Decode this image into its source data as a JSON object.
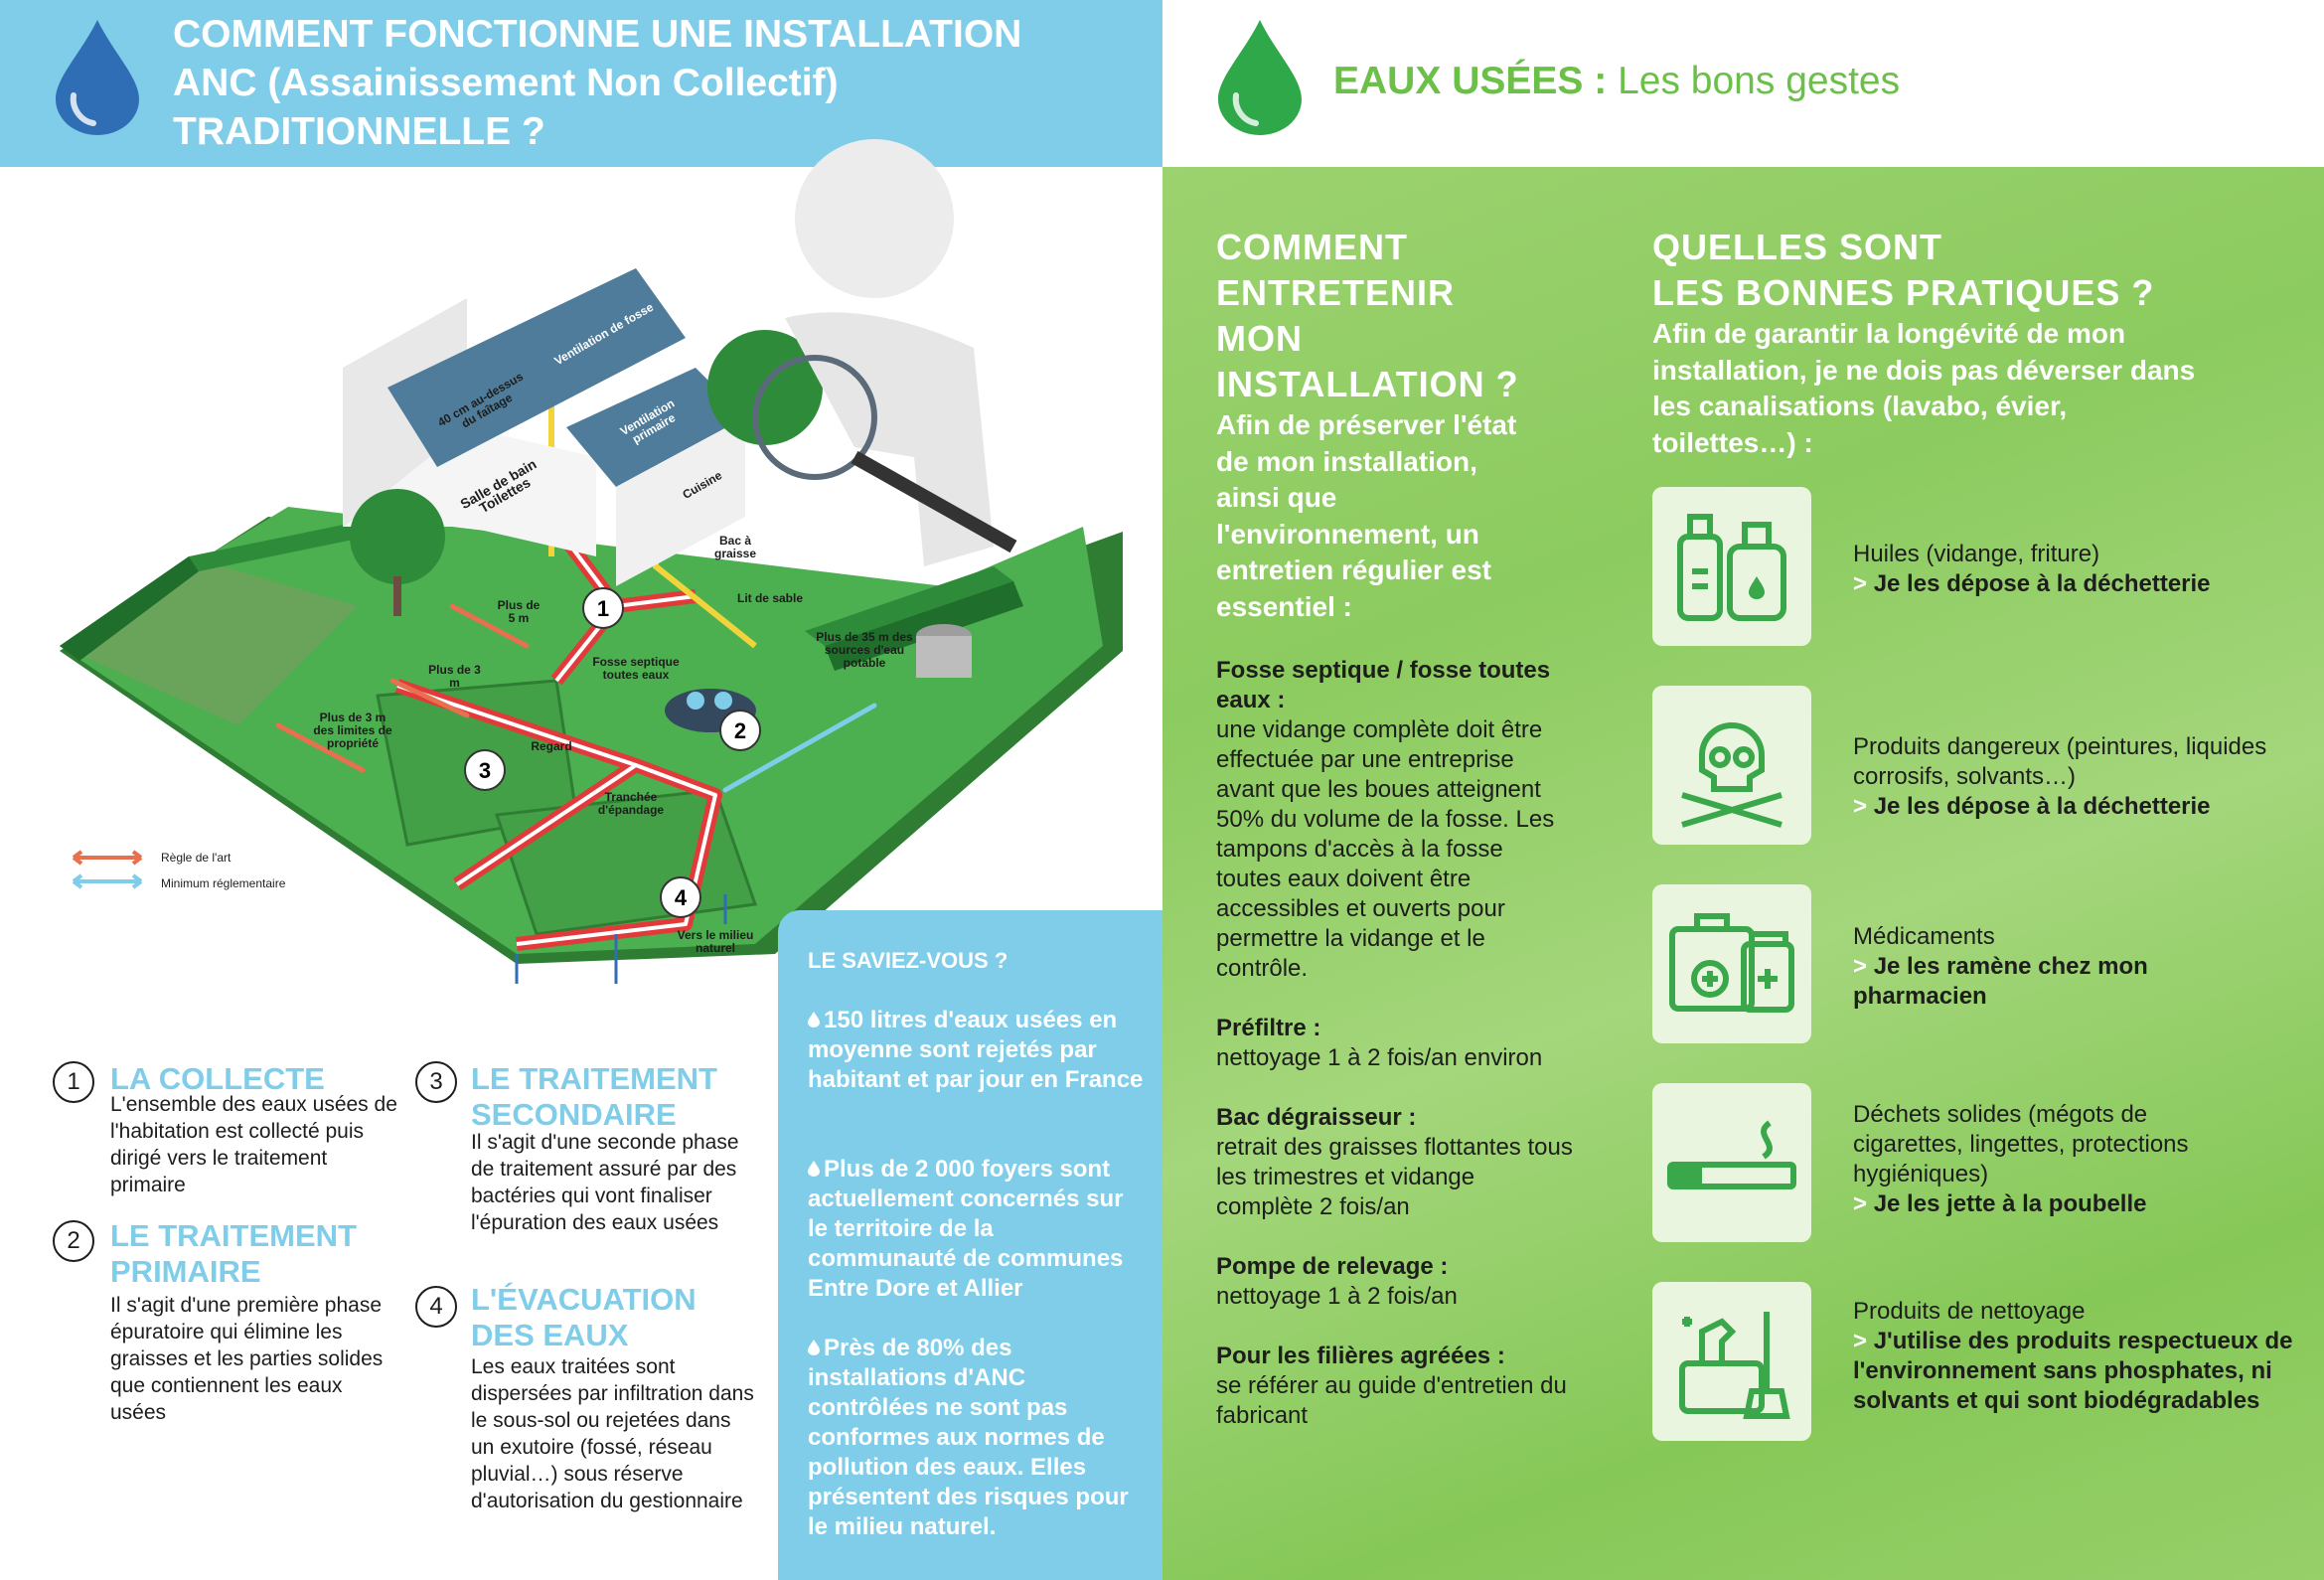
{
  "left_header": {
    "title_line1": "COMMENT FONCTIONNE UNE INSTALLATION",
    "title_line2": "ANC (Assainissement Non Collectif)",
    "title_line3": "TRADITIONNELLE ?"
  },
  "right_header": {
    "title_main": "EAUX USÉES :",
    "title_sub": " Les bons gestes"
  },
  "diagram": {
    "labels": {
      "ventilation_fosse": "Ventilation de fosse",
      "roof_height": "40 cm au-dessus du faîtage",
      "ventilation_primaire": "Ventilation primaire",
      "salle_de_bain": "Salle de bain Toilettes",
      "cuisine": "Cuisine",
      "bac_graisse": "Bac à graisse",
      "lit_de_sable": "Lit de sable",
      "plus_5m": "Plus de 5 m",
      "plus_3m": "Plus de 3 m",
      "plus_3m_limites": "Plus de 3 m des limites de propriété",
      "plus_35m": "Plus de 35 m des sources d'eau potable",
      "fosse_septique": "Fosse septique toutes eaux",
      "regard": "Regard",
      "tranchee": "Tranchée d'épandage",
      "vers_milieu": "Vers le milieu naturel"
    },
    "numbers": [
      "1",
      "2",
      "3",
      "4"
    ],
    "legend": {
      "regle_art": "Règle de l'art",
      "minimum": "Minimum réglementaire"
    },
    "colors": {
      "regle_art": "#e8704e",
      "minimum": "#7fcde8",
      "pipe": "#e23a3a",
      "grass": "#3a9a3c"
    }
  },
  "steps": [
    {
      "num": "1",
      "title": "LA COLLECTE",
      "body": "L'ensemble des eaux usées de l'habitation est collecté puis dirigé vers le traitement primaire"
    },
    {
      "num": "2",
      "title": "LE TRAITEMENT PRIMAIRE",
      "body": "Il s'agit d'une première phase épuratoire qui élimine les graisses et les parties solides que contiennent les eaux usées"
    },
    {
      "num": "3",
      "title": "LE TRAITEMENT SECONDAIRE",
      "body": "Il s'agit d'une seconde phase de traitement assuré par des bactéries qui vont finaliser l'épuration des eaux usées"
    },
    {
      "num": "4",
      "title": "L'ÉVACUATION DES EAUX",
      "body": "Les eaux traitées sont dispersées par infiltration dans le sous-sol ou rejetées dans un exutoire (fossé, réseau pluvial…) sous réserve d'autorisation du gestionnaire"
    }
  ],
  "saviez_vous": {
    "title": "LE SAVIEZ-VOUS ?",
    "items": [
      "150 litres d'eaux usées en moyenne sont rejetés par habitant et par jour en France",
      "Plus de 2 000 foyers sont actuellement concernés sur le territoire de la communauté de communes Entre Dore et Allier",
      "Près de 80% des installations d'ANC contrôlées ne sont pas conformes aux normes de pollution des eaux. Elles présentent des risques pour le milieu naturel."
    ]
  },
  "entretien": {
    "title": [
      "COMMENT",
      "ENTRETENIR",
      "MON",
      "INSTALLATION ?"
    ],
    "intro": "Afin de préserver l'état de mon installation, ainsi que l'environnement, un entretien régulier est essentiel :",
    "items": [
      {
        "label": "Fosse septique / fosse toutes eaux :",
        "text": "une vidange complète doit être effectuée par une entreprise avant que les boues atteignent 50% du volume de la fosse. Les tampons d'accès à la fosse toutes eaux doivent être accessibles et ouverts pour permettre la vidange et le contrôle."
      },
      {
        "label": "Préfiltre :",
        "text": "nettoyage 1 à 2 fois/an environ"
      },
      {
        "label": "Bac dégraisseur :",
        "text": "retrait des graisses flottantes tous les trimestres et vidange complète 2 fois/an"
      },
      {
        "label": "Pompe de relevage :",
        "text": "nettoyage 1 à 2 fois/an"
      },
      {
        "label": "Pour les filières agréées :",
        "text": "se référer au guide d'entretien du fabricant"
      }
    ]
  },
  "pratiques": {
    "title": [
      "QUELLES SONT",
      "LES BONNES PRATIQUES ?"
    ],
    "intro": "Afin de garantir la longévité de mon installation, je ne dois pas déverser dans les canalisations (lavabo, évier, toilettes…) :",
    "items": [
      {
        "icon": "oil-bottles-icon",
        "desc": "Huiles (vidange, friture)",
        "action": "Je les dépose à la déchetterie"
      },
      {
        "icon": "skull-crossbones-icon",
        "desc": "Produits dangereux (peintures, liquides corrosifs, solvants…)",
        "action": "Je les dépose à la déchetterie"
      },
      {
        "icon": "medicine-kit-icon",
        "desc": "Médicaments",
        "action": "Je les ramène chez mon pharmacien"
      },
      {
        "icon": "cigarette-icon",
        "desc": "Déchets solides (mégots de cigarettes, lingettes, protections hygiéniques)",
        "action": "Je les jette à la poubelle"
      },
      {
        "icon": "cleaning-products-icon",
        "desc": "Produits de nettoyage",
        "action": "J'utilise des produits respectueux de l'environnement sans phosphates, ni solvants et qui sont biodégradables"
      }
    ],
    "arrow": ">"
  },
  "colors": {
    "blue": "#7fcde8",
    "green": "#6cc04a",
    "icon_green": "#3aa84a"
  }
}
